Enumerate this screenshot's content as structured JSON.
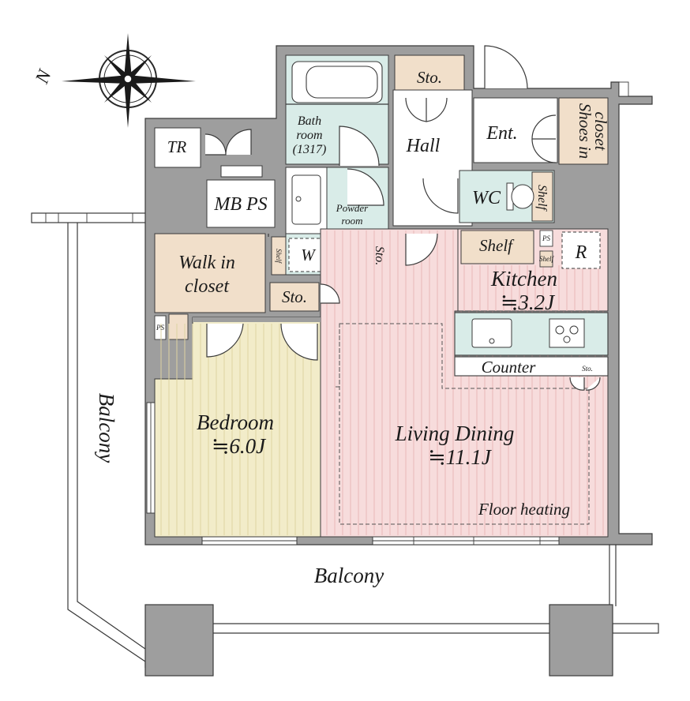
{
  "compass": {
    "north_label": "N",
    "icon": "compass-rose-icon"
  },
  "colors": {
    "wall": "#9e9e9e",
    "wet_area": "#d9ece8",
    "storage": "#f1dfca",
    "living": "#f7dcdc",
    "bedroom": "#f2ecc9"
  },
  "rooms": {
    "bath_line1": "Bath",
    "bath_line2": "room",
    "bath_line3": "(1317)",
    "powder_line1": "Powder",
    "powder_line2": "room",
    "sto_top": "Sto.",
    "hall": "Hall",
    "ent": "Ent.",
    "shoes_line1": "Shoes in",
    "shoes_line2": "closet",
    "wc": "WC",
    "wc_shelf": "Shelf",
    "tr": "TR",
    "mb_ps": "MB PS",
    "washer": "W",
    "powder_sto": "Sto.",
    "laundry_shelf": "Shelf",
    "walk_in_line1": "Walk in",
    "walk_in_line2": "closet",
    "sto_mid": "Sto.",
    "ps_left": "PS",
    "kitchen_shelf": "Shelf",
    "ps_kitchen": "PS",
    "ps_kitchen2": "Shelf",
    "fridge": "R",
    "kitchen_name": "Kitchen",
    "kitchen_size": "≒3.2J",
    "counter": "Counter",
    "counter_sto": "Sto.",
    "bedroom_name": "Bedroom",
    "bedroom_size": "≒6.0J",
    "ld_name": "Living Dining",
    "ld_size": "≒11.1J",
    "floor_heating": "Floor heating",
    "balcony_left": "Balcony",
    "balcony_bottom": "Balcony"
  }
}
